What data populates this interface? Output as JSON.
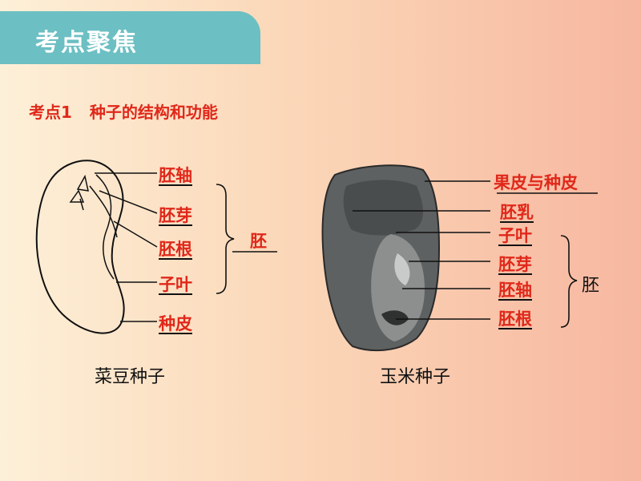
{
  "header": {
    "title": "考点聚焦"
  },
  "section": {
    "label": "考点1",
    "title": "种子的结构和功能"
  },
  "bean": {
    "caption": "菜豆种子",
    "labels": [
      "胚轴",
      "胚芽",
      "胚根",
      "子叶",
      "种皮"
    ],
    "embryo": "胚"
  },
  "corn": {
    "caption": "玉米种子",
    "labels": [
      "果皮与种皮",
      "胚乳",
      "子叶",
      "胚芽",
      "胚轴",
      "胚根"
    ],
    "embryo": "胚"
  },
  "colors": {
    "header_bg": "#6cbfc3",
    "accent_red": "#e0281a"
  }
}
